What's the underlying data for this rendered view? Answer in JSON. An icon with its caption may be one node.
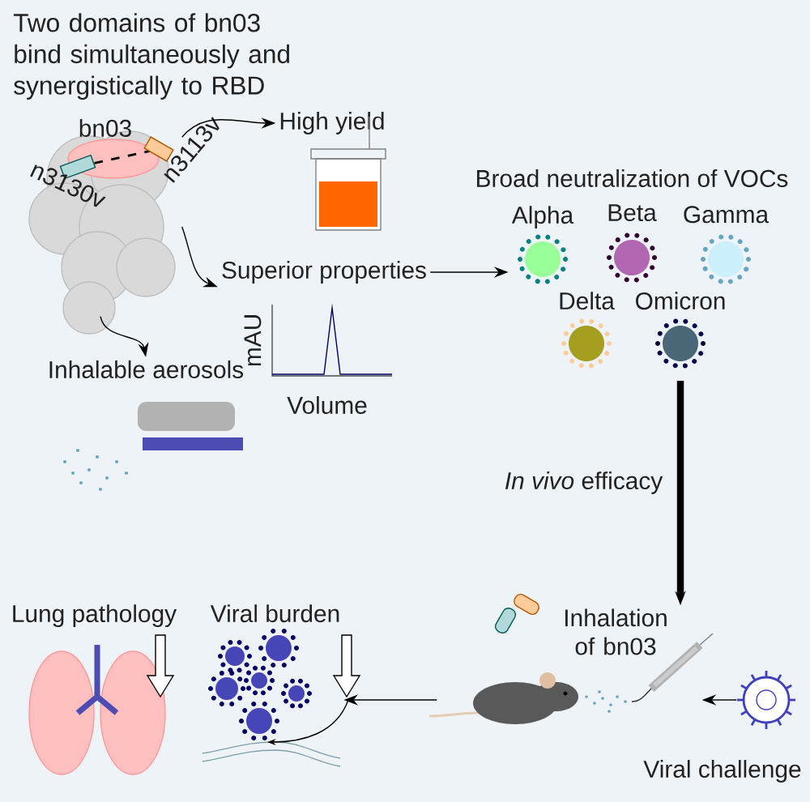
{
  "diagram": {
    "title": "Two domains of bn03 bind simultaneously and synergistically to RBD",
    "nodes": [
      {
        "text": [],
        "shape": "picture"
      },
      {
        "text": [
          "High yield"
        ]
      },
      {
        "text": [
          "Superior properties"
        ]
      },
      {
        "text": [
          "Broad neutralization of VOCs"
        ]
      },
      {
        "text": [
          "Alpha"
        ]
      },
      {
        "text": [
          "Beta"
        ]
      },
      {
        "text": [
          "Gamma"
        ]
      },
      {
        "text": [
          "Delta"
        ]
      },
      {
        "text": [
          "Omicron"
        ]
      },
      {
        "text": [
          "Inhalable aerosols"
        ]
      },
      {
        "text": [
          "Inhalation of bn03"
        ]
      },
      {
        "text": [],
        "shape": "picture"
      },
      {
        "text": [],
        "shape": "picture"
      },
      {
        "text": [],
        "shape": "picture",
        "beside": [
          "Viral challenge"
        ]
      },
      {
        "text": [
          "Viral burden"
        ]
      },
      {
        "text": [
          "Lung pathology"
        ]
      }
    ],
    "edges": [
      {
        "from": 0,
        "to": 1,
        "arrow": "to"
      },
      {
        "from": 0,
        "to": 2,
        "arrow": "to"
      },
      {
        "from": 0,
        "to": 9,
        "arrow": "to"
      },
      {
        "from": 2,
        "to": 4,
        "arrow": "to"
      },
      {
        "from": 8,
        "to": 10,
        "arrow": "to",
        "label": "*In vivo* efficacy",
        "style": "thick"
      },
      {
        "from": 13,
        "to": 12,
        "arrow": "to"
      },
      {
        "from": 11,
        "to": 14,
        "arrow": "to"
      }
    ],
    "labels": [
      "bn03",
      "n3113v",
      "n3130v",
      "mAU",
      "Volume"
    ]
  }
}
